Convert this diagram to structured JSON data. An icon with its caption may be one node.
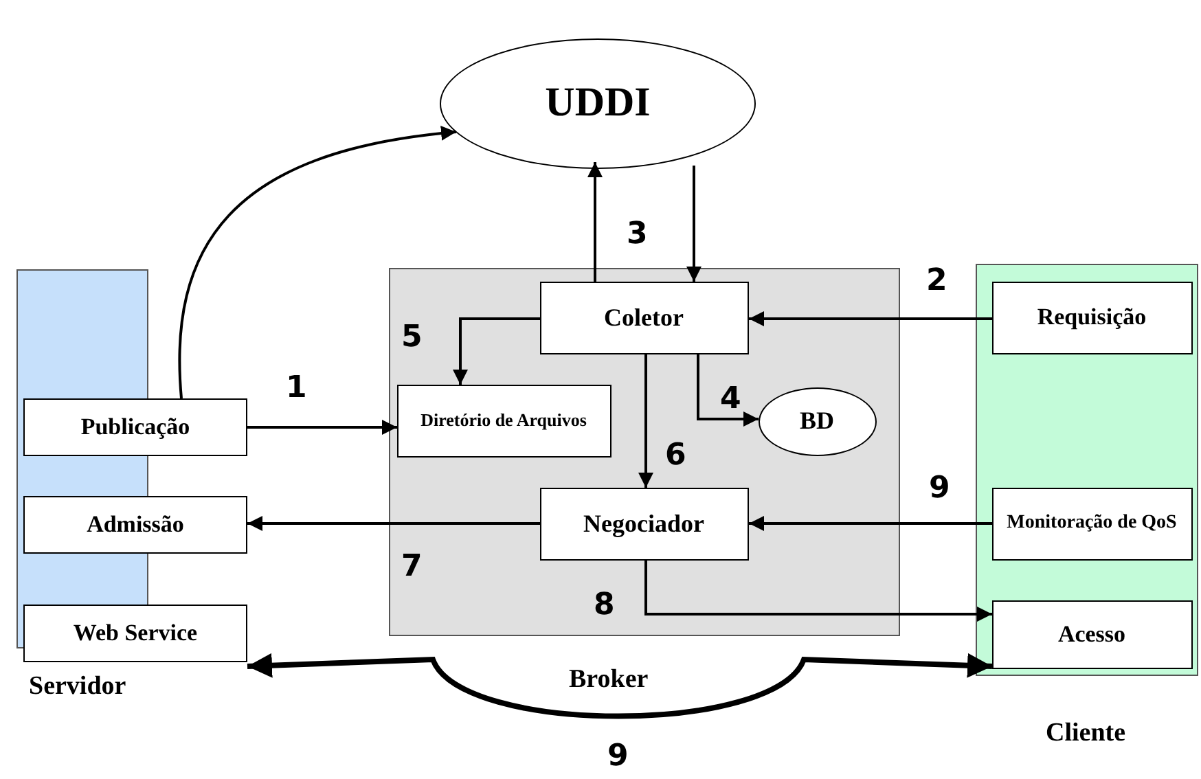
{
  "diagram": {
    "nodes": [
      {
        "text": [
          "Servidor"
        ]
      },
      {
        "text": [
          "Publicação"
        ]
      },
      {
        "text": [
          "Admissão"
        ]
      },
      {
        "text": [
          "Web Service"
        ]
      },
      {
        "text": [
          "UDDI"
        ]
      },
      {
        "text": [
          "Broker"
        ]
      },
      {
        "text": [
          "Coletor"
        ],
        "in": 5
      },
      {
        "text": [
          "Diretório de Arquivos"
        ],
        "in": 5
      },
      {
        "text": [
          "BD"
        ],
        "in": 5
      },
      {
        "text": [
          "Negociador"
        ],
        "in": 5
      },
      {
        "text": [
          "Cliente"
        ]
      },
      {
        "text": [
          "Requisição"
        ],
        "in": 10
      },
      {
        "text": [
          "Monitoração de QoS"
        ],
        "in": 10
      },
      {
        "text": [
          "Acesso"
        ],
        "in": 10
      }
    ],
    "edges": [
      {
        "from": 1,
        "to": 4,
        "arrow": "to"
      },
      {
        "from": 1,
        "to": 7,
        "arrow": "to",
        "label": "1"
      },
      {
        "from": 11,
        "to": 6,
        "arrow": "to",
        "label": "2"
      },
      {
        "from": 6,
        "to": 4,
        "arrow": "to",
        "label": "3"
      },
      {
        "from": 4,
        "to": 6,
        "arrow": "to"
      },
      {
        "from": 6,
        "to": 8,
        "arrow": "to",
        "label": "4"
      },
      {
        "from": 6,
        "to": 7,
        "arrow": "to",
        "label": "5"
      },
      {
        "from": 6,
        "to": 9,
        "arrow": "to",
        "label": "6"
      },
      {
        "from": 9,
        "to": 2,
        "arrow": "to",
        "label": "7"
      },
      {
        "from": 9,
        "to": 13,
        "arrow": "to",
        "label": "8"
      },
      {
        "from": 12,
        "to": 9,
        "arrow": "to",
        "label": "9"
      },
      {
        "from": 3,
        "to": 13,
        "arrow": "both",
        "style": "thick",
        "label": "9"
      }
    ]
  }
}
